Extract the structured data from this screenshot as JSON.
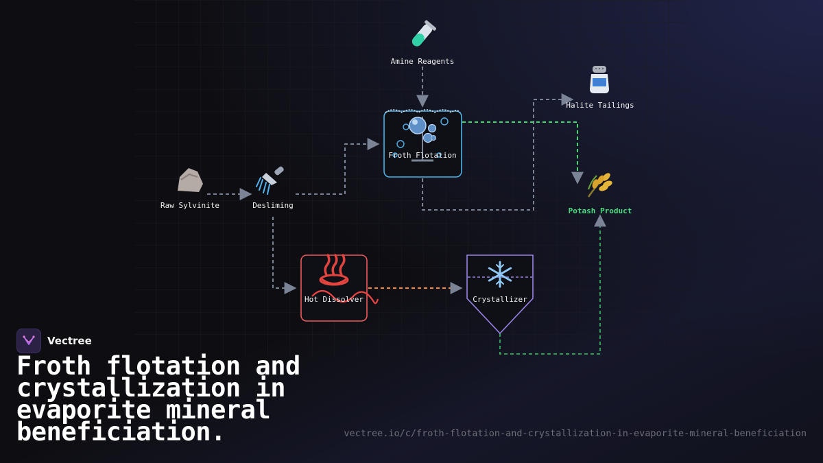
{
  "brand": {
    "name": "Vectree"
  },
  "title": "Froth flotation and crystallization in evaporite mineral beneficiation.",
  "url": "vectree.io/c/froth-flotation-and-crystallization-in-evaporite-mineral-beneficiation",
  "colors": {
    "background": "#0e0e12",
    "edge_default": "#7a8496",
    "edge_product": "#3ddc6e",
    "edge_heat": "#ff8a3d",
    "flotation_outline": "#4fb3ea",
    "dissolver_outline": "#ef5a5a",
    "crystallizer_outline": "#9b83e8",
    "product_label": "#4ade80"
  },
  "nodes": {
    "raw_sylvinite": {
      "label": "Raw Sylvinite",
      "icon": "rock-icon"
    },
    "desliming": {
      "label": "Desliming",
      "icon": "shower-icon"
    },
    "amine_reagents": {
      "label": "Amine Reagents",
      "icon": "test-tube-icon"
    },
    "froth_flotation": {
      "label": "Froth Flotation",
      "icon": "bubbles-icon"
    },
    "halite_tailings": {
      "label": "Halite Tailings",
      "icon": "salt-shaker-icon"
    },
    "potash_product": {
      "label": "Potash Product",
      "icon": "wheat-icon"
    },
    "hot_dissolver": {
      "label": "Hot Dissolver",
      "icon": "hot-springs-icon"
    },
    "crystallizer": {
      "label": "Crystallizer",
      "icon": "snowflake-icon"
    }
  }
}
